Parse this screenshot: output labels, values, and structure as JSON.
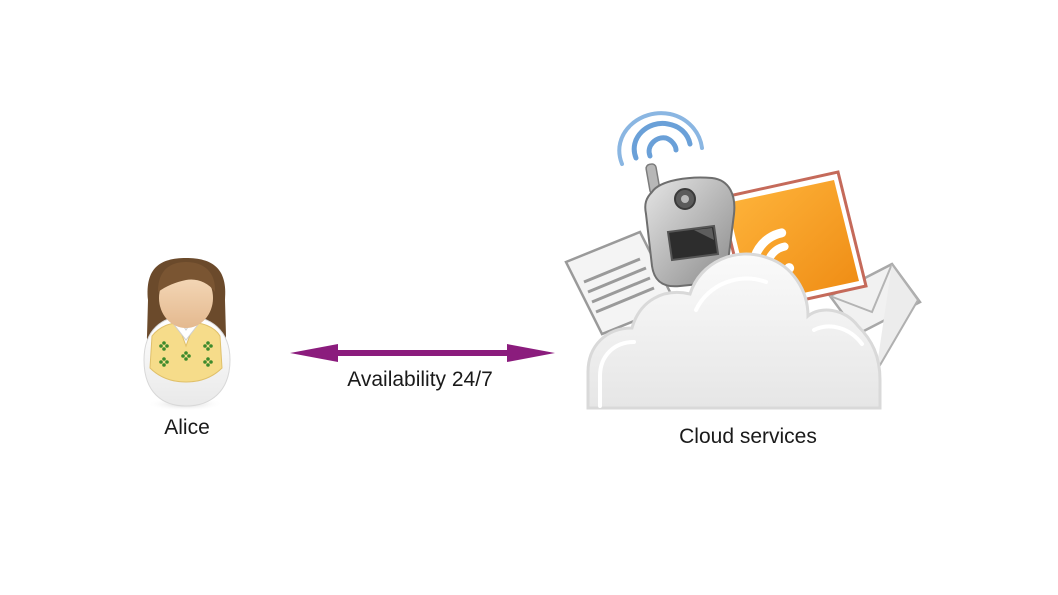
{
  "nodes": {
    "user": {
      "label": "Alice",
      "icon": "person-icon"
    },
    "cloud": {
      "label": "Cloud services",
      "icon": "cloud-services-icon"
    }
  },
  "edge": {
    "label": "Availability 24/7",
    "direction": "bidirectional",
    "color": "#8b1c7d"
  },
  "colors": {
    "hair": "#6b4a2b",
    "skin": "#efcda8",
    "vest": "#f6dc8a",
    "cloud": "#f0f0f0",
    "rss": "#f29a20",
    "signal": "#6aa0d8"
  }
}
